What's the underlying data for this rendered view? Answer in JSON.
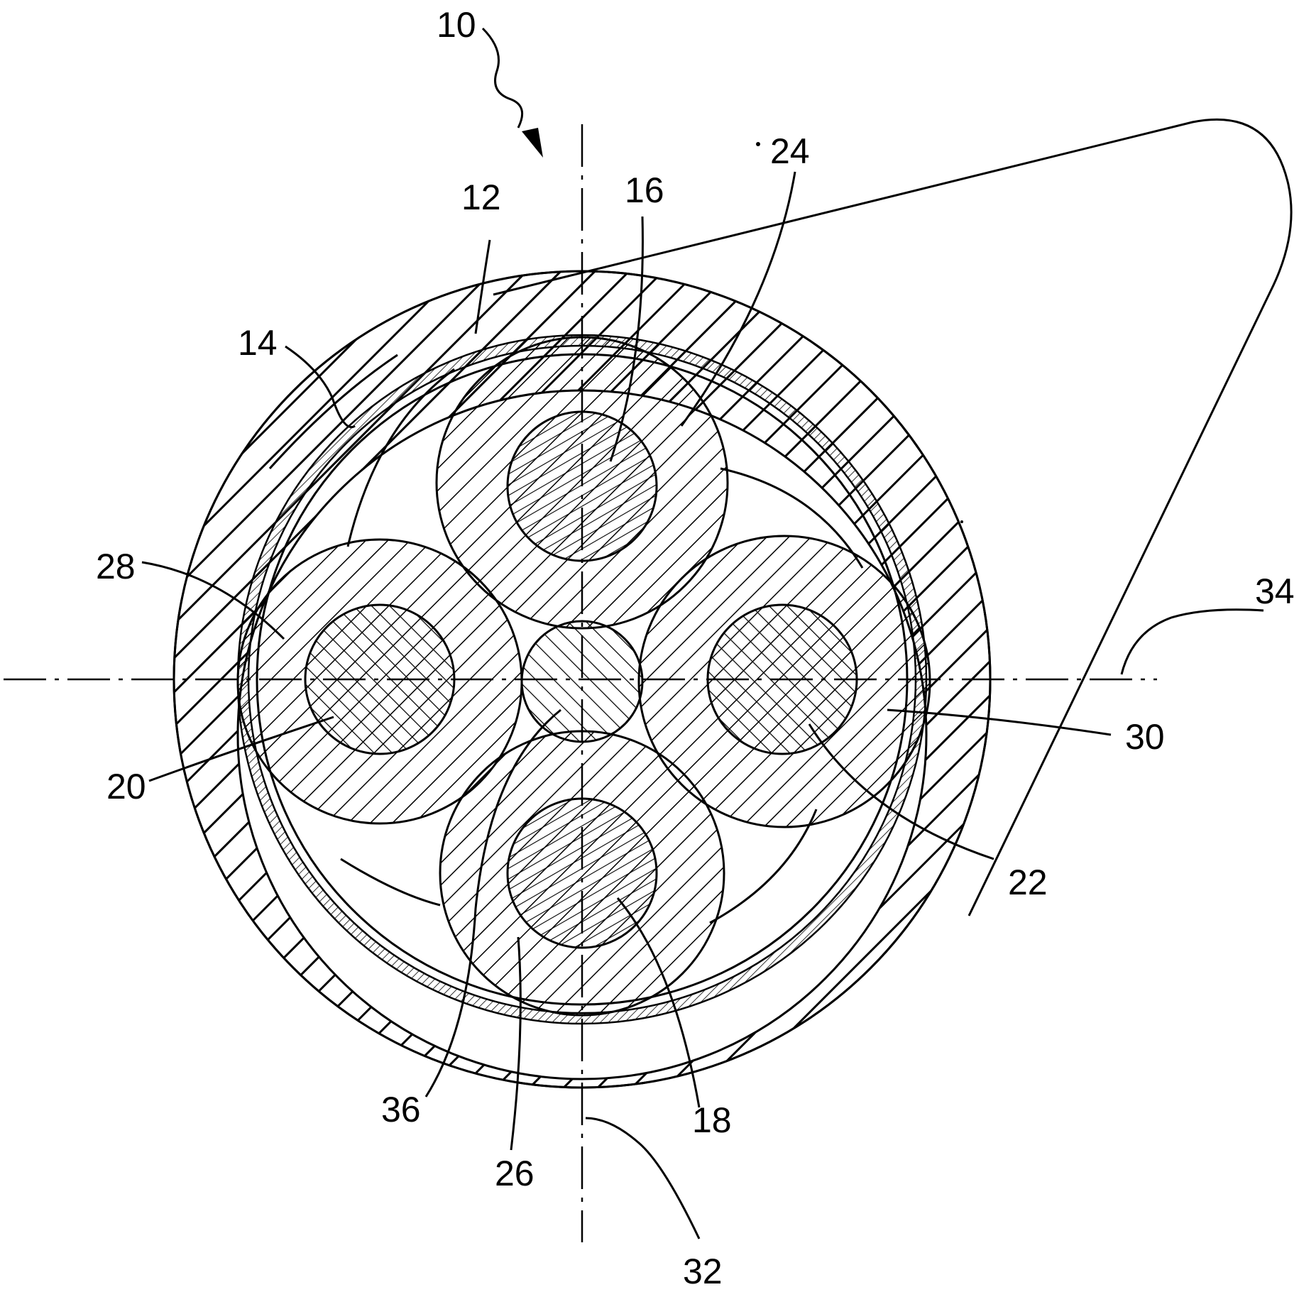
{
  "figure": {
    "reference_labels": {
      "cable": "10",
      "outer_jacket": "12",
      "inner_surface": "14",
      "conductor_top": "16",
      "conductor_bottom": "18",
      "conductor_left": "20",
      "conductor_right": "22",
      "insulation_top": "24",
      "insulation_bottom": "26",
      "insulation_left": "28",
      "insulation_right": "30",
      "vertical_axis": "32",
      "horizontal_axis": "34",
      "center_filler": "36"
    }
  }
}
